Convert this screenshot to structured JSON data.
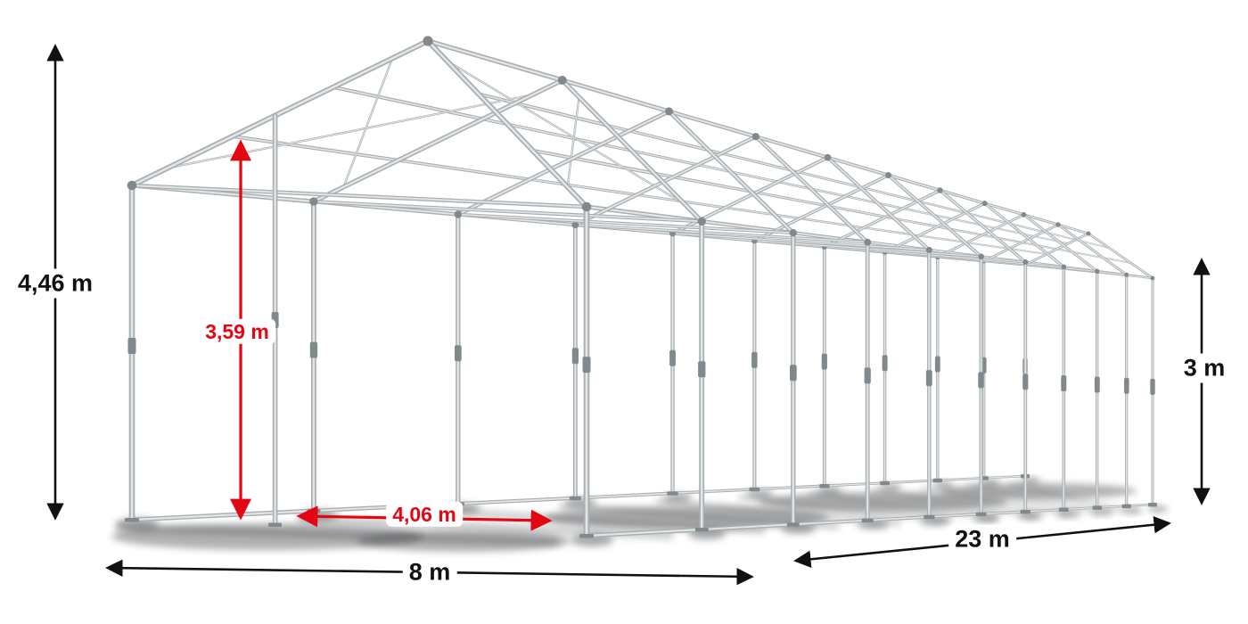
{
  "diagram": {
    "type": "tent-frame-wireframe",
    "description": "Perspective wireframe of a steel storage-tent frame with dimension arrows",
    "colors": {
      "background": "#ffffff",
      "frame": "#a8aeb2",
      "frame_light": "#e3e6e7",
      "frame_dark": "#82898d",
      "shadow": "#35383a",
      "dimension": "#111111",
      "dimension_red": "#e30613"
    },
    "dimensions": {
      "total_height": "4,46 m",
      "inner_height": "3,59 m",
      "side_height": "3 m",
      "door_width": "4,06 m",
      "width": "8 m",
      "length": "23 m"
    }
  }
}
